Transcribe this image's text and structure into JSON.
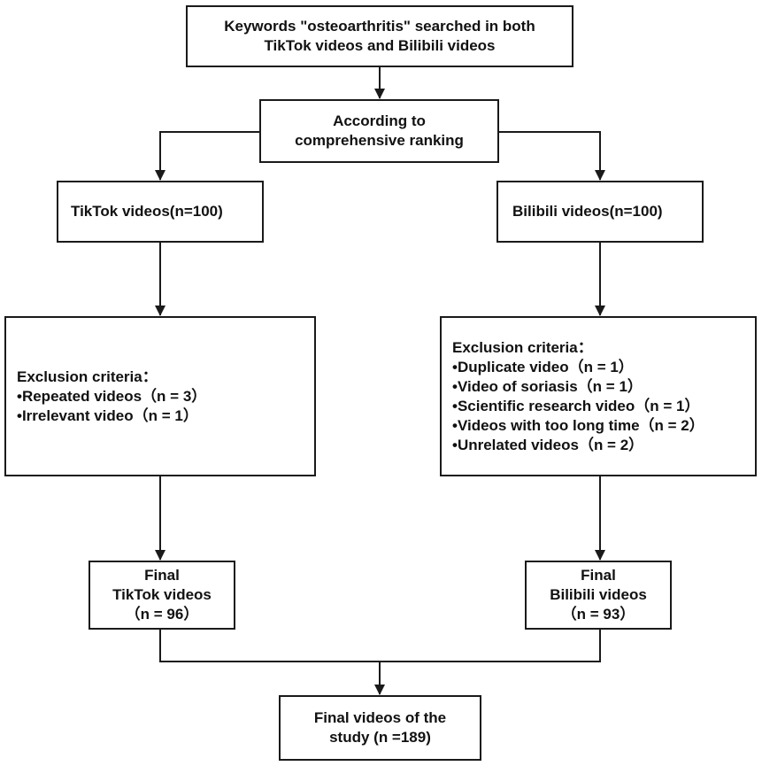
{
  "search_box": {
    "line1": "Keywords \"osteoarthritis\" searched in both",
    "line2": "TikTok videos and Bilibili videos"
  },
  "ranking_box": {
    "line1": "According to",
    "line2": "comprehensive ranking"
  },
  "tiktok_box": {
    "label": "TikTok videos(n=100)"
  },
  "bilibili_box": {
    "label": "Bilibili videos(n=100)"
  },
  "tiktok_exclusion": {
    "heading": "Exclusion criteria：",
    "items": [
      "•Repeated videos（n = 3）",
      "•Irrelevant video（n = 1）"
    ]
  },
  "bilibili_exclusion": {
    "heading": "Exclusion criteria：",
    "items": [
      "•Duplicate video（n = 1）",
      "•Video of soriasis（n = 1）",
      "•Scientific research video（n = 1）",
      "•Videos with too long time（n = 2）",
      "•Unrelated videos（n = 2）"
    ]
  },
  "tiktok_final": {
    "line1": "Final",
    "line2": "TikTok videos",
    "line3": "（n = 96）"
  },
  "bilibili_final": {
    "line1": "Final",
    "line2": "Bilibili videos",
    "line3": "（n = 93）"
  },
  "study_final": {
    "line1": "Final videos of the",
    "line2": "study (n =189)"
  }
}
